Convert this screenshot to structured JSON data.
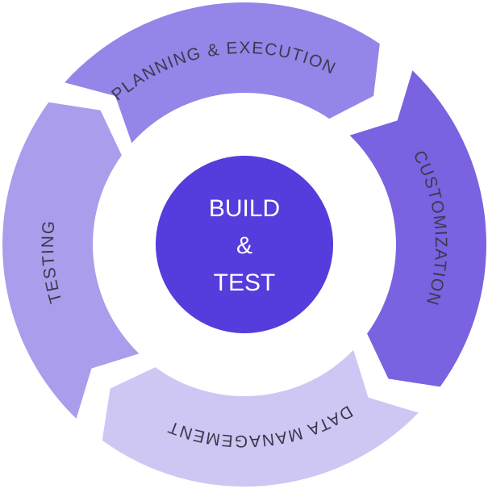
{
  "center": {
    "line1": "BUILD",
    "line2": "&",
    "line3": "TEST",
    "color": "#553cdc"
  },
  "segments": [
    {
      "label": "PLANNING & EXECUTION",
      "color": "#9485e9",
      "start_deg": -138,
      "end_deg": -56
    },
    {
      "label": "CUSTOMIZATION",
      "color": "#7a62e1",
      "start_deg": -46,
      "end_deg": 36
    },
    {
      "label": "DATA MANAGEMENT",
      "color": "#cec7f4",
      "start_deg": 44,
      "end_deg": 126
    },
    {
      "label": "TESTING",
      "color": "#aa9dec",
      "start_deg": 134,
      "end_deg": 216
    }
  ]
}
